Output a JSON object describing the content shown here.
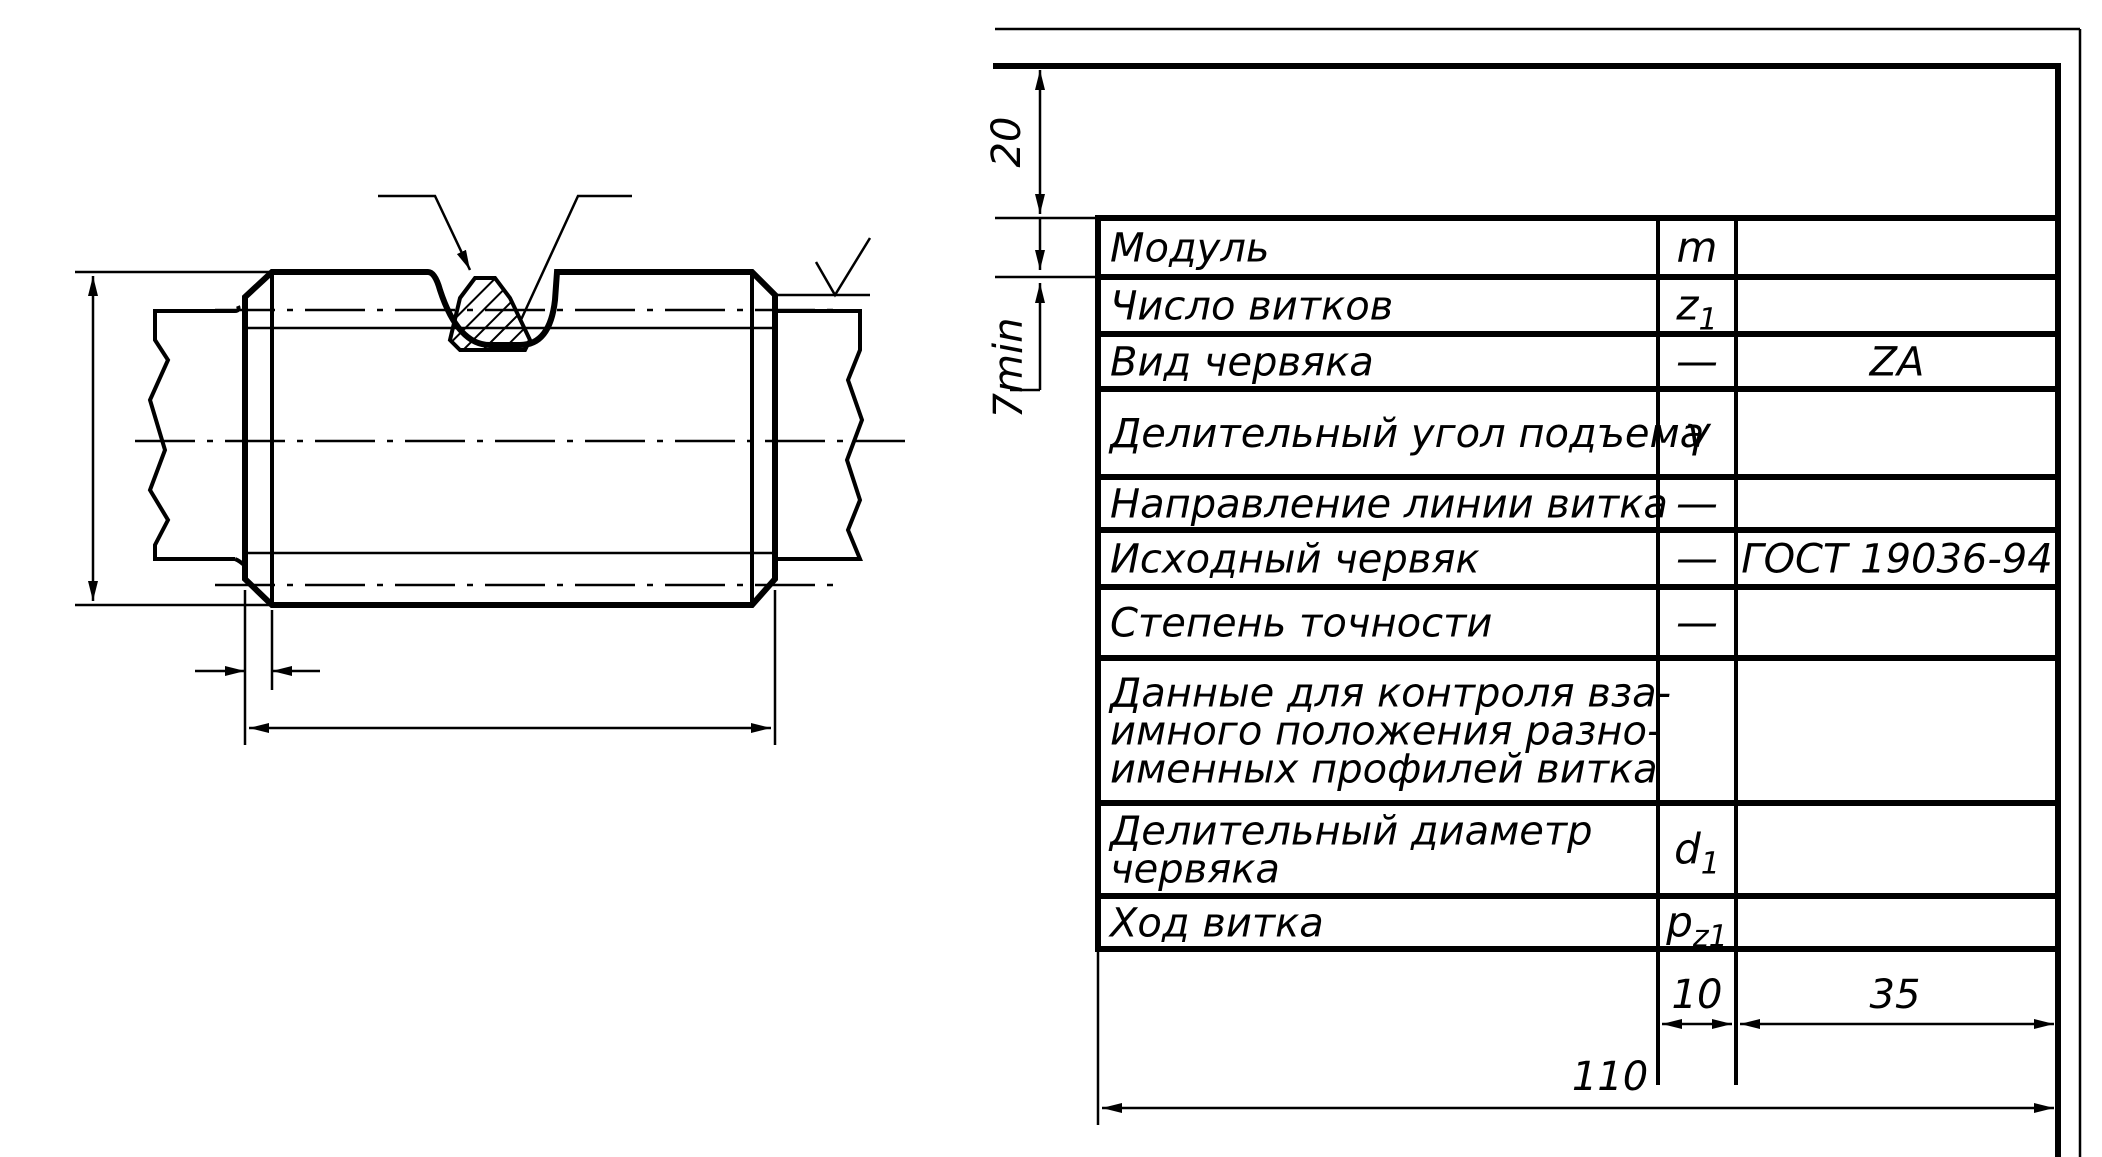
{
  "worm_drawing": {
    "surface_mark": "√"
  },
  "parameter_table": {
    "rows": [
      {
        "label_lines": [
          "Модуль"
        ],
        "symbol": "m",
        "symbol_sub": "",
        "value": ""
      },
      {
        "label_lines": [
          "Число витков"
        ],
        "symbol": "z",
        "symbol_sub": "1",
        "value": ""
      },
      {
        "label_lines": [
          "Вид червяка"
        ],
        "symbol": "—",
        "symbol_sub": "",
        "value": "ZA"
      },
      {
        "label_lines": [
          "Делительный угол подъема"
        ],
        "symbol": "γ",
        "symbol_sub": "",
        "value": ""
      },
      {
        "label_lines": [
          "Направление линии витка"
        ],
        "symbol": "—",
        "symbol_sub": "",
        "value": ""
      },
      {
        "label_lines": [
          "Исходный червяк"
        ],
        "symbol": "—",
        "symbol_sub": "",
        "value": "ГОСТ 19036-94"
      },
      {
        "label_lines": [
          "Степень точности"
        ],
        "symbol": "—",
        "symbol_sub": "",
        "value": ""
      },
      {
        "label_lines": [
          "Данные для контроля вза-",
          "имного положения разно-",
          "именных профилей витка"
        ],
        "symbol": "",
        "symbol_sub": "",
        "value": ""
      },
      {
        "label_lines": [
          "Делительный диаметр",
          "червяка"
        ],
        "symbol": "d",
        "symbol_sub": "1",
        "value": ""
      },
      {
        "label_lines": [
          "Ход витка"
        ],
        "symbol": "p",
        "symbol_sub": "z1",
        "value": ""
      }
    ],
    "dimensions": {
      "top_offset": "20",
      "row_min": "7min",
      "symbol_col": "10",
      "value_col": "35",
      "total_width": "110"
    }
  }
}
